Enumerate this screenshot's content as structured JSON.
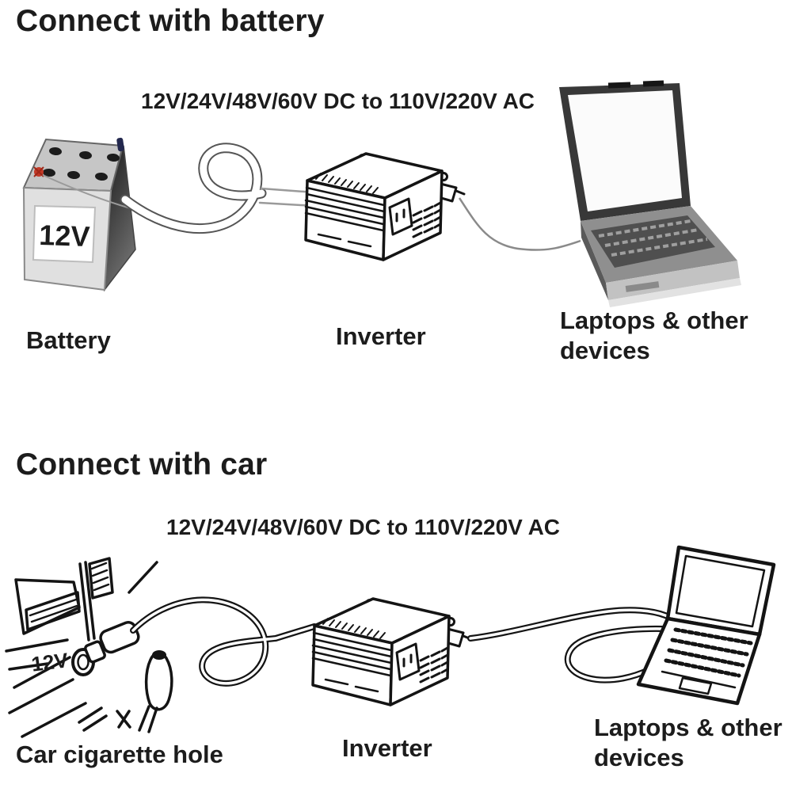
{
  "page": {
    "background_color": "#ffffff",
    "text_color": "#1c1c1c",
    "line_art_color": "#141414"
  },
  "sections": [
    {
      "id": "connect-with-battery",
      "title": "Connect with battery",
      "conversion_note": "12V/24V/48V/60V DC to 110V/220V AC",
      "battery_voltage": "12V",
      "items": [
        {
          "label": "Battery",
          "illustration": "battery-icon"
        },
        {
          "label": "Inverter",
          "illustration": "inverter-icon"
        },
        {
          "label": "Laptops & other devices",
          "illustration": "laptop-icon"
        }
      ]
    },
    {
      "id": "connect-with-car",
      "title": "Connect with car",
      "conversion_note": "12V/24V/48V/60V DC to 110V/220V AC",
      "socket_voltage": "12V",
      "items": [
        {
          "label": "Car cigarette hole",
          "illustration": "car-socket-icon"
        },
        {
          "label": "Inverter",
          "illustration": "inverter-icon"
        },
        {
          "label": "Laptops & other devices",
          "illustration": "laptop-icon"
        }
      ]
    }
  ]
}
